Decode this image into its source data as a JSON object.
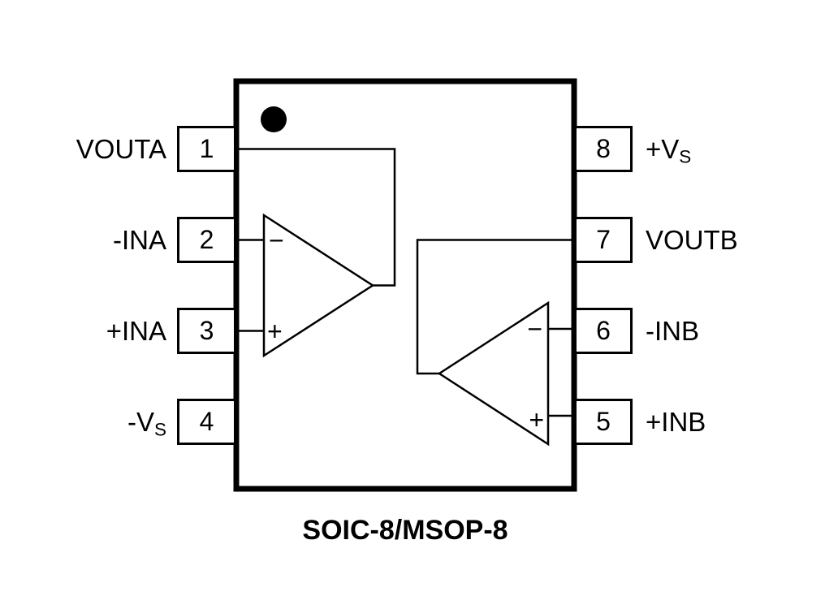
{
  "caption": "SOIC-8/MSOP-8",
  "pins": {
    "left": [
      {
        "number": "1",
        "label": "VOUTA",
        "sub": ""
      },
      {
        "number": "2",
        "label": "-INA",
        "sub": ""
      },
      {
        "number": "3",
        "label": "+INA",
        "sub": ""
      },
      {
        "number": "4",
        "label": "-V",
        "sub": "S"
      }
    ],
    "right": [
      {
        "number": "8",
        "label": "+V",
        "sub": "S"
      },
      {
        "number": "7",
        "label": "VOUTB",
        "sub": ""
      },
      {
        "number": "6",
        "label": "-INB",
        "sub": ""
      },
      {
        "number": "5",
        "label": "+INB",
        "sub": ""
      }
    ]
  },
  "opamp_a": {
    "minus": "−",
    "plus": "+"
  },
  "opamp_b": {
    "minus": "−",
    "plus": "+"
  },
  "colors": {
    "line": "#000000",
    "background": "#ffffff"
  }
}
